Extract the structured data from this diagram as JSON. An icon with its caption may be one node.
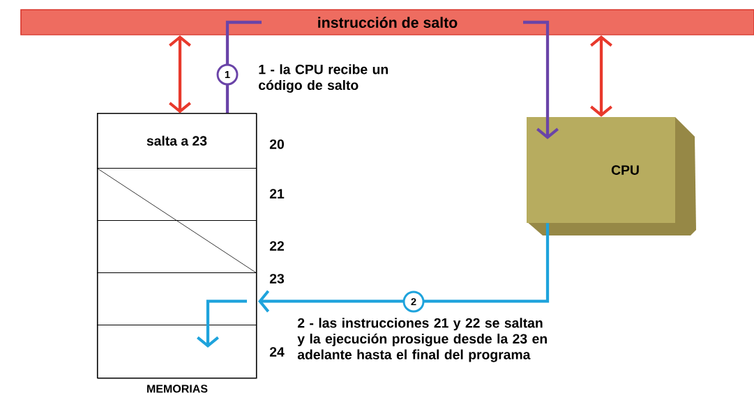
{
  "diagram": {
    "nodes": [
      {
        "text": [
          "instrucción de salto"
        ]
      },
      {
        "text": [
          "MEMORIAS"
        ]
      },
      {
        "text": [
          "salta a 23"
        ],
        "beside": [
          "20"
        ],
        "in": 1
      },
      {
        "text": [],
        "shape": "box",
        "beside": [
          "21"
        ],
        "in": 1
      },
      {
        "text": [],
        "shape": "box",
        "beside": [
          "22"
        ],
        "in": 1
      },
      {
        "text": [],
        "shape": "box",
        "beside": [
          "23"
        ],
        "in": 1
      },
      {
        "text": [],
        "shape": "box",
        "beside": [
          "24"
        ],
        "in": 1
      },
      {
        "text": [
          "CPU"
        ]
      }
    ],
    "edges": [
      {
        "from": 0,
        "to": 1,
        "arrow": "both",
        "color": "#e8392c"
      },
      {
        "from": 0,
        "to": 7,
        "arrow": "both",
        "color": "#e8392c"
      },
      {
        "from": 2,
        "to": 0,
        "arrow": "none",
        "label": "1",
        "color": "#6a44a8"
      },
      {
        "from": 0,
        "to": 7,
        "arrow": "to",
        "color": "#6a44a8"
      },
      {
        "from": 7,
        "to": 5,
        "arrow": "to",
        "label": "2",
        "color": "#1ea3dc"
      },
      {
        "from": 5,
        "to": 6,
        "arrow": "to",
        "color": "#1ea3dc"
      }
    ],
    "labels": [
      "1 - la CPU recibe un código de salto",
      "2 - las instrucciones 21 y 22 se saltan y la ejecución prosigue desde la 23 en adelante hasta el final del programa"
    ]
  }
}
